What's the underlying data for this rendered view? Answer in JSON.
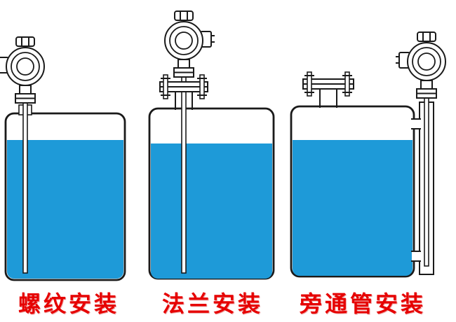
{
  "diagram": {
    "description": "level transmitter installation diagram, three tanks",
    "colors": {
      "liquid": "#1e9ad8",
      "outline": "#1a1a1a",
      "label_red": "#e60000",
      "background": "#ffffff"
    },
    "installations": [
      {
        "id": "threaded",
        "label": "螺纹安装"
      },
      {
        "id": "flange",
        "label": "法兰安装"
      },
      {
        "id": "bypass",
        "label": "旁通管安装"
      }
    ]
  }
}
